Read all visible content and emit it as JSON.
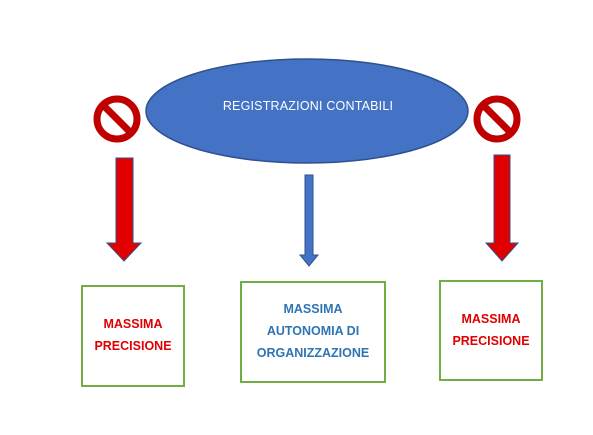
{
  "diagram": {
    "title": "REGISTRAZIONI CONTABILI",
    "boxes": [
      {
        "text": "MASSIMA\nPRECISIONE"
      },
      {
        "text": "MASSIMA\nAUTONOMIA DI\nORGANIZZAZIONE"
      },
      {
        "text": "MASSIMA\nPRECISIONE"
      }
    ],
    "colors": {
      "ellipse_fill": "#4472c4",
      "ellipse_stroke": "#2f528f",
      "red_arrow": "#e00000",
      "blue_arrow": "#4472c4",
      "prohibition": "#c00000",
      "box_border": "#70ad47",
      "red_text": "#e00000",
      "blue_text": "#2e74b5"
    },
    "icons": [
      "prohibition-icon",
      "prohibition-icon"
    ]
  }
}
